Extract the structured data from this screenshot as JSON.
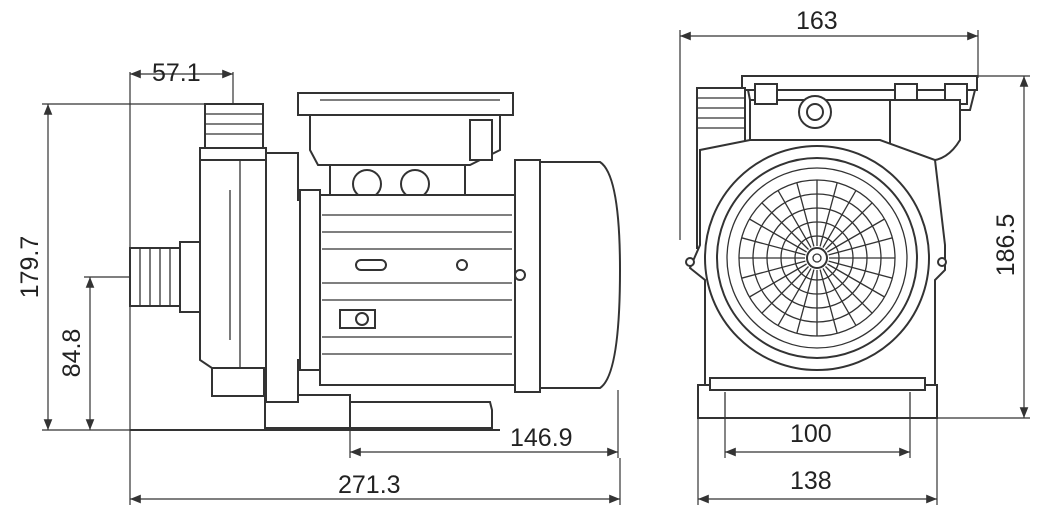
{
  "drawing": {
    "side_view": {
      "inlet_offset": "57.1",
      "total_height": "179.7",
      "inlet_height": "84.8",
      "base_length": "146.9",
      "total_length": "271.3"
    },
    "front_view": {
      "total_width": "163",
      "total_height": "186.5",
      "foot_spacing": "100",
      "base_width": "138"
    }
  },
  "colors": {
    "line": "#333333",
    "background": "#ffffff"
  }
}
